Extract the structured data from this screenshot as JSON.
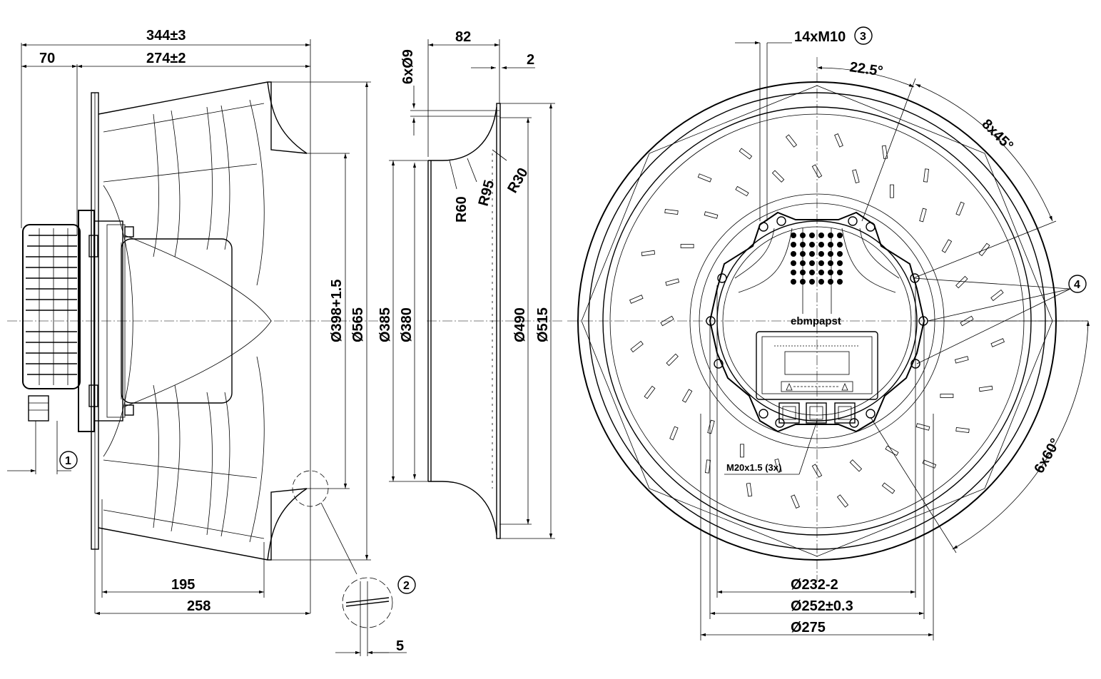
{
  "dimensions": {
    "side_total_width": "344±3",
    "side_inner_width": "274±2",
    "side_motor_offset": "70",
    "side_base_195": "195",
    "side_base_258": "258",
    "dia_398": "Ø398+1.5",
    "dia_565": "Ø565",
    "nozzle_width": "82",
    "nozzle_holes": "6xØ9",
    "nozzle_lip": "2",
    "radius_60": "R60",
    "radius_95": "R95",
    "radius_30": "R30",
    "dia_385": "Ø385",
    "dia_380": "Ø380",
    "dia_490": "Ø490",
    "dia_515": "Ø515",
    "detail_gap": "5",
    "front_threads": "14xM10",
    "angle_22_5": "22.5°",
    "angle_8x45": "8x45°",
    "angle_6x60": "6x60°",
    "cable_gland": "M20x1.5 (3x)",
    "dia_232": "Ø232-2",
    "dia_252": "Ø252±0.3",
    "dia_275": "Ø275"
  },
  "callouts": {
    "c1": "1",
    "c2": "2",
    "c3": "3",
    "c4": "4"
  },
  "brand": {
    "logo_text": "ebmpapst"
  }
}
